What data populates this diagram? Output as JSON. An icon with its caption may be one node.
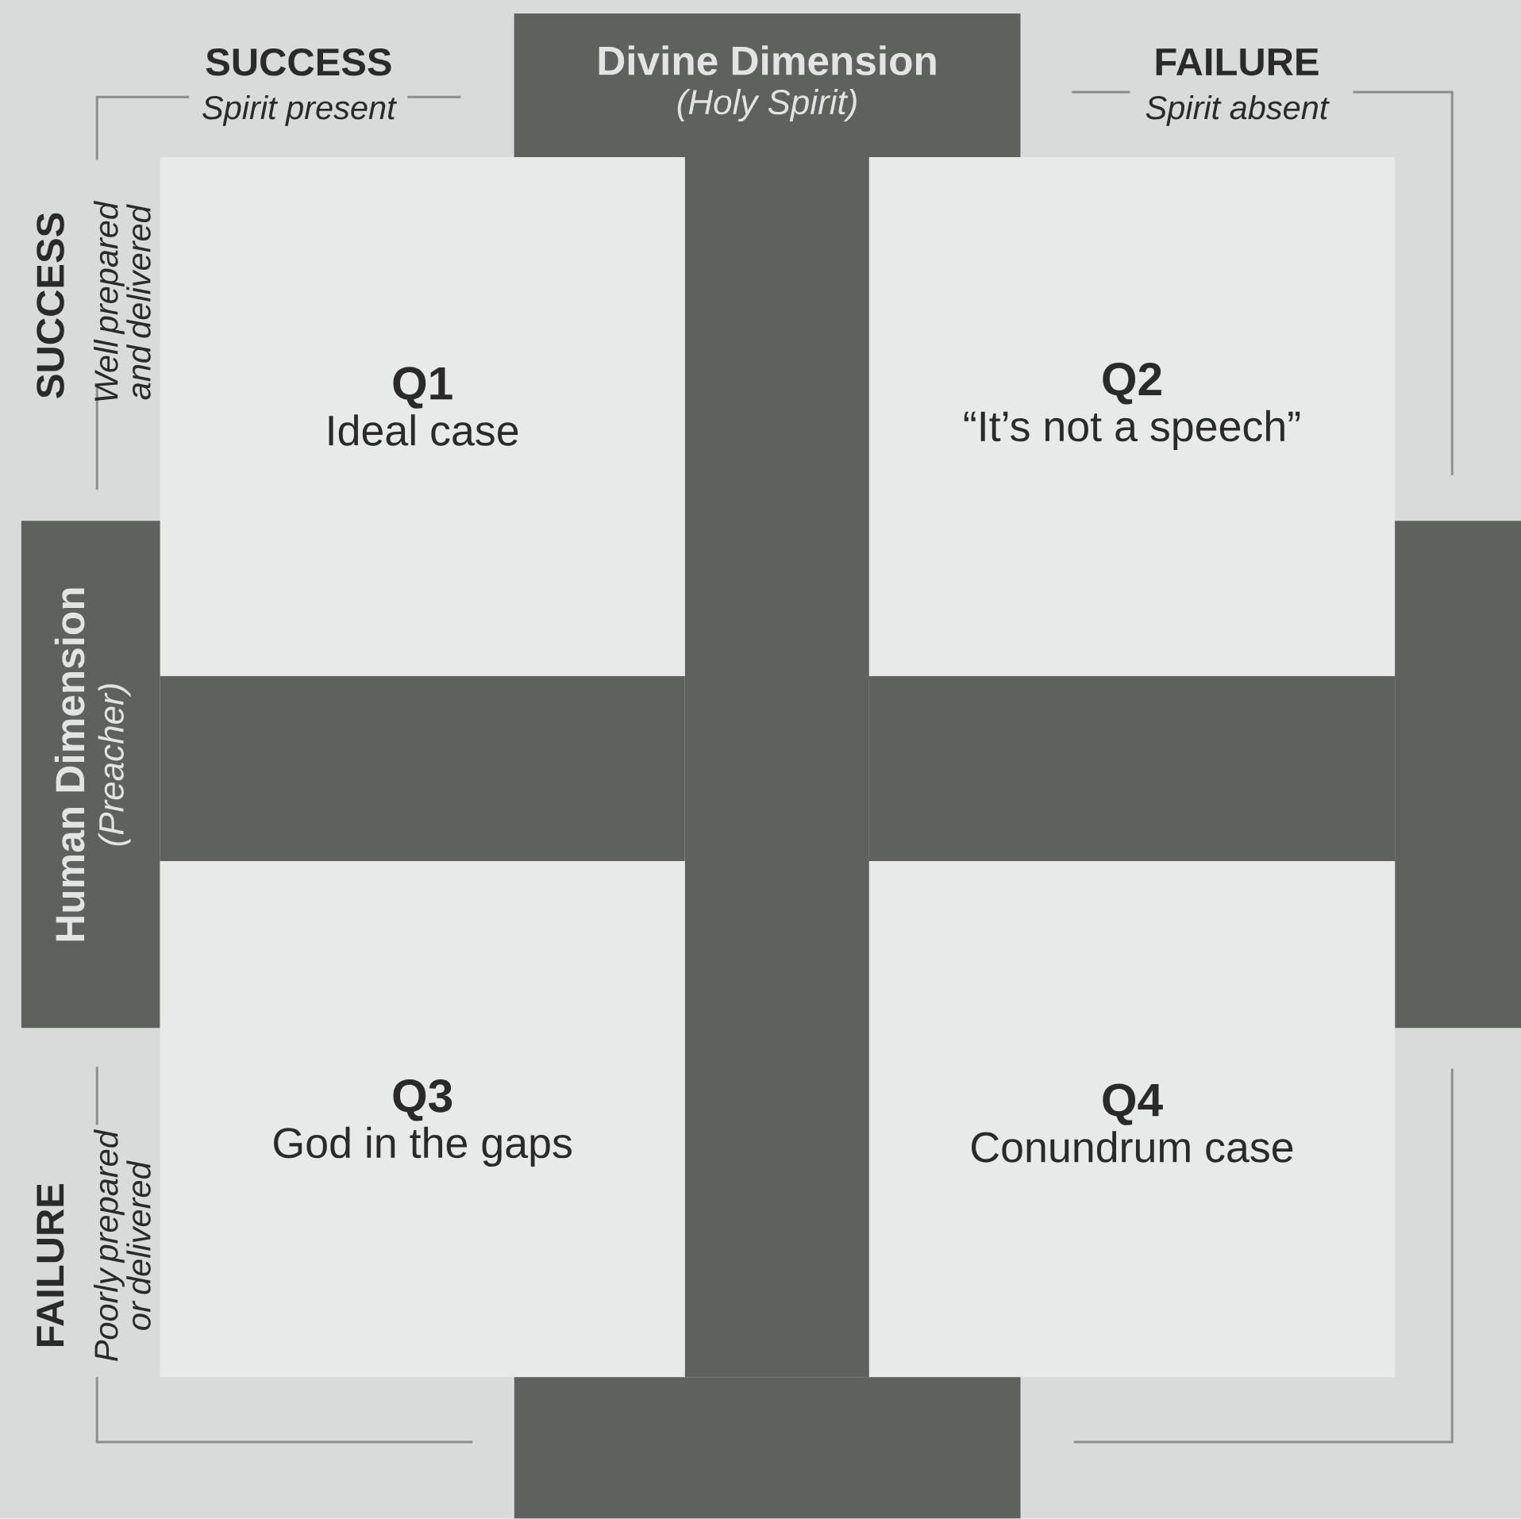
{
  "diagram": {
    "nodes": [
      {
        "text": [
          "Divine Dimension",
          "(Holy Spirit)"
        ]
      },
      {
        "text": [
          "Q1",
          "Ideal case"
        ]
      },
      {
        "text": [
          "Q2",
          "“It’s not a speech”"
        ]
      },
      {
        "text": [
          "Human Dimension",
          "(Preacher)"
        ]
      },
      {
        "text": [],
        "shape": "box"
      },
      {
        "text": [
          "Q3",
          "God in the gaps"
        ]
      },
      {
        "text": [
          "Q4",
          "Conundrum case"
        ]
      },
      {
        "text": [],
        "shape": "box"
      }
    ],
    "labels": [
      "SUCCESS",
      "Spirit present",
      "FAILURE",
      "Spirit absent",
      "SUCCESS",
      "Well prepared and delivered",
      "FAILURE",
      "Poorly prepared or delivered"
    ]
  }
}
